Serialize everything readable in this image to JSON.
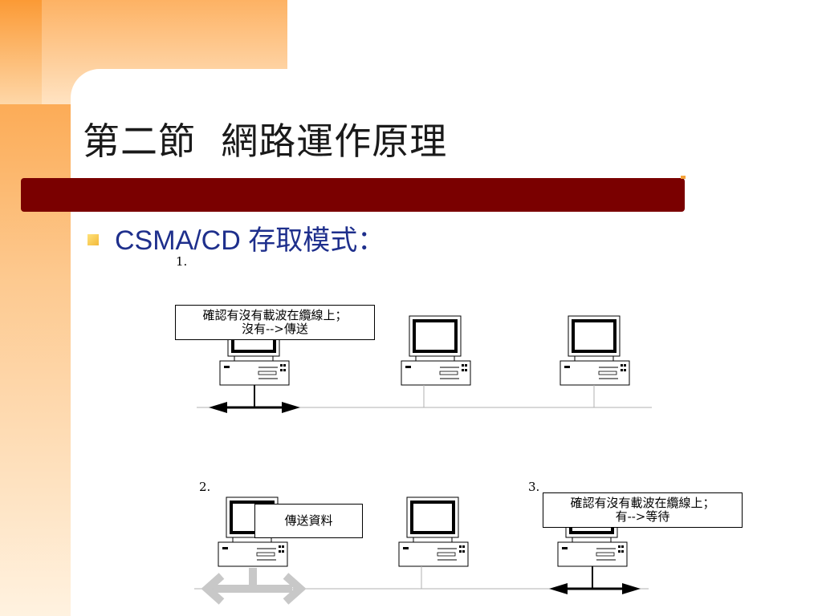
{
  "slide": {
    "title": "第二節  網路運作原理",
    "heading": "CSMA/CD 存取模式："
  },
  "diagram": {
    "steps": [
      "1.",
      "2.",
      "3."
    ],
    "callouts": {
      "check_none_line1": "確認有沒有載波在纜線上；",
      "check_none_line2": "沒有-->傳送",
      "send_data": "傳送資料",
      "check_busy_line1": "確認有沒有載波在纜線上；",
      "check_busy_line2": "有-->等待"
    }
  },
  "colors": {
    "accent_orange": "#fb9a35",
    "title_bar": "#7a0000",
    "heading_text": "#1e2f8c",
    "bullet": "#f3b93a"
  }
}
